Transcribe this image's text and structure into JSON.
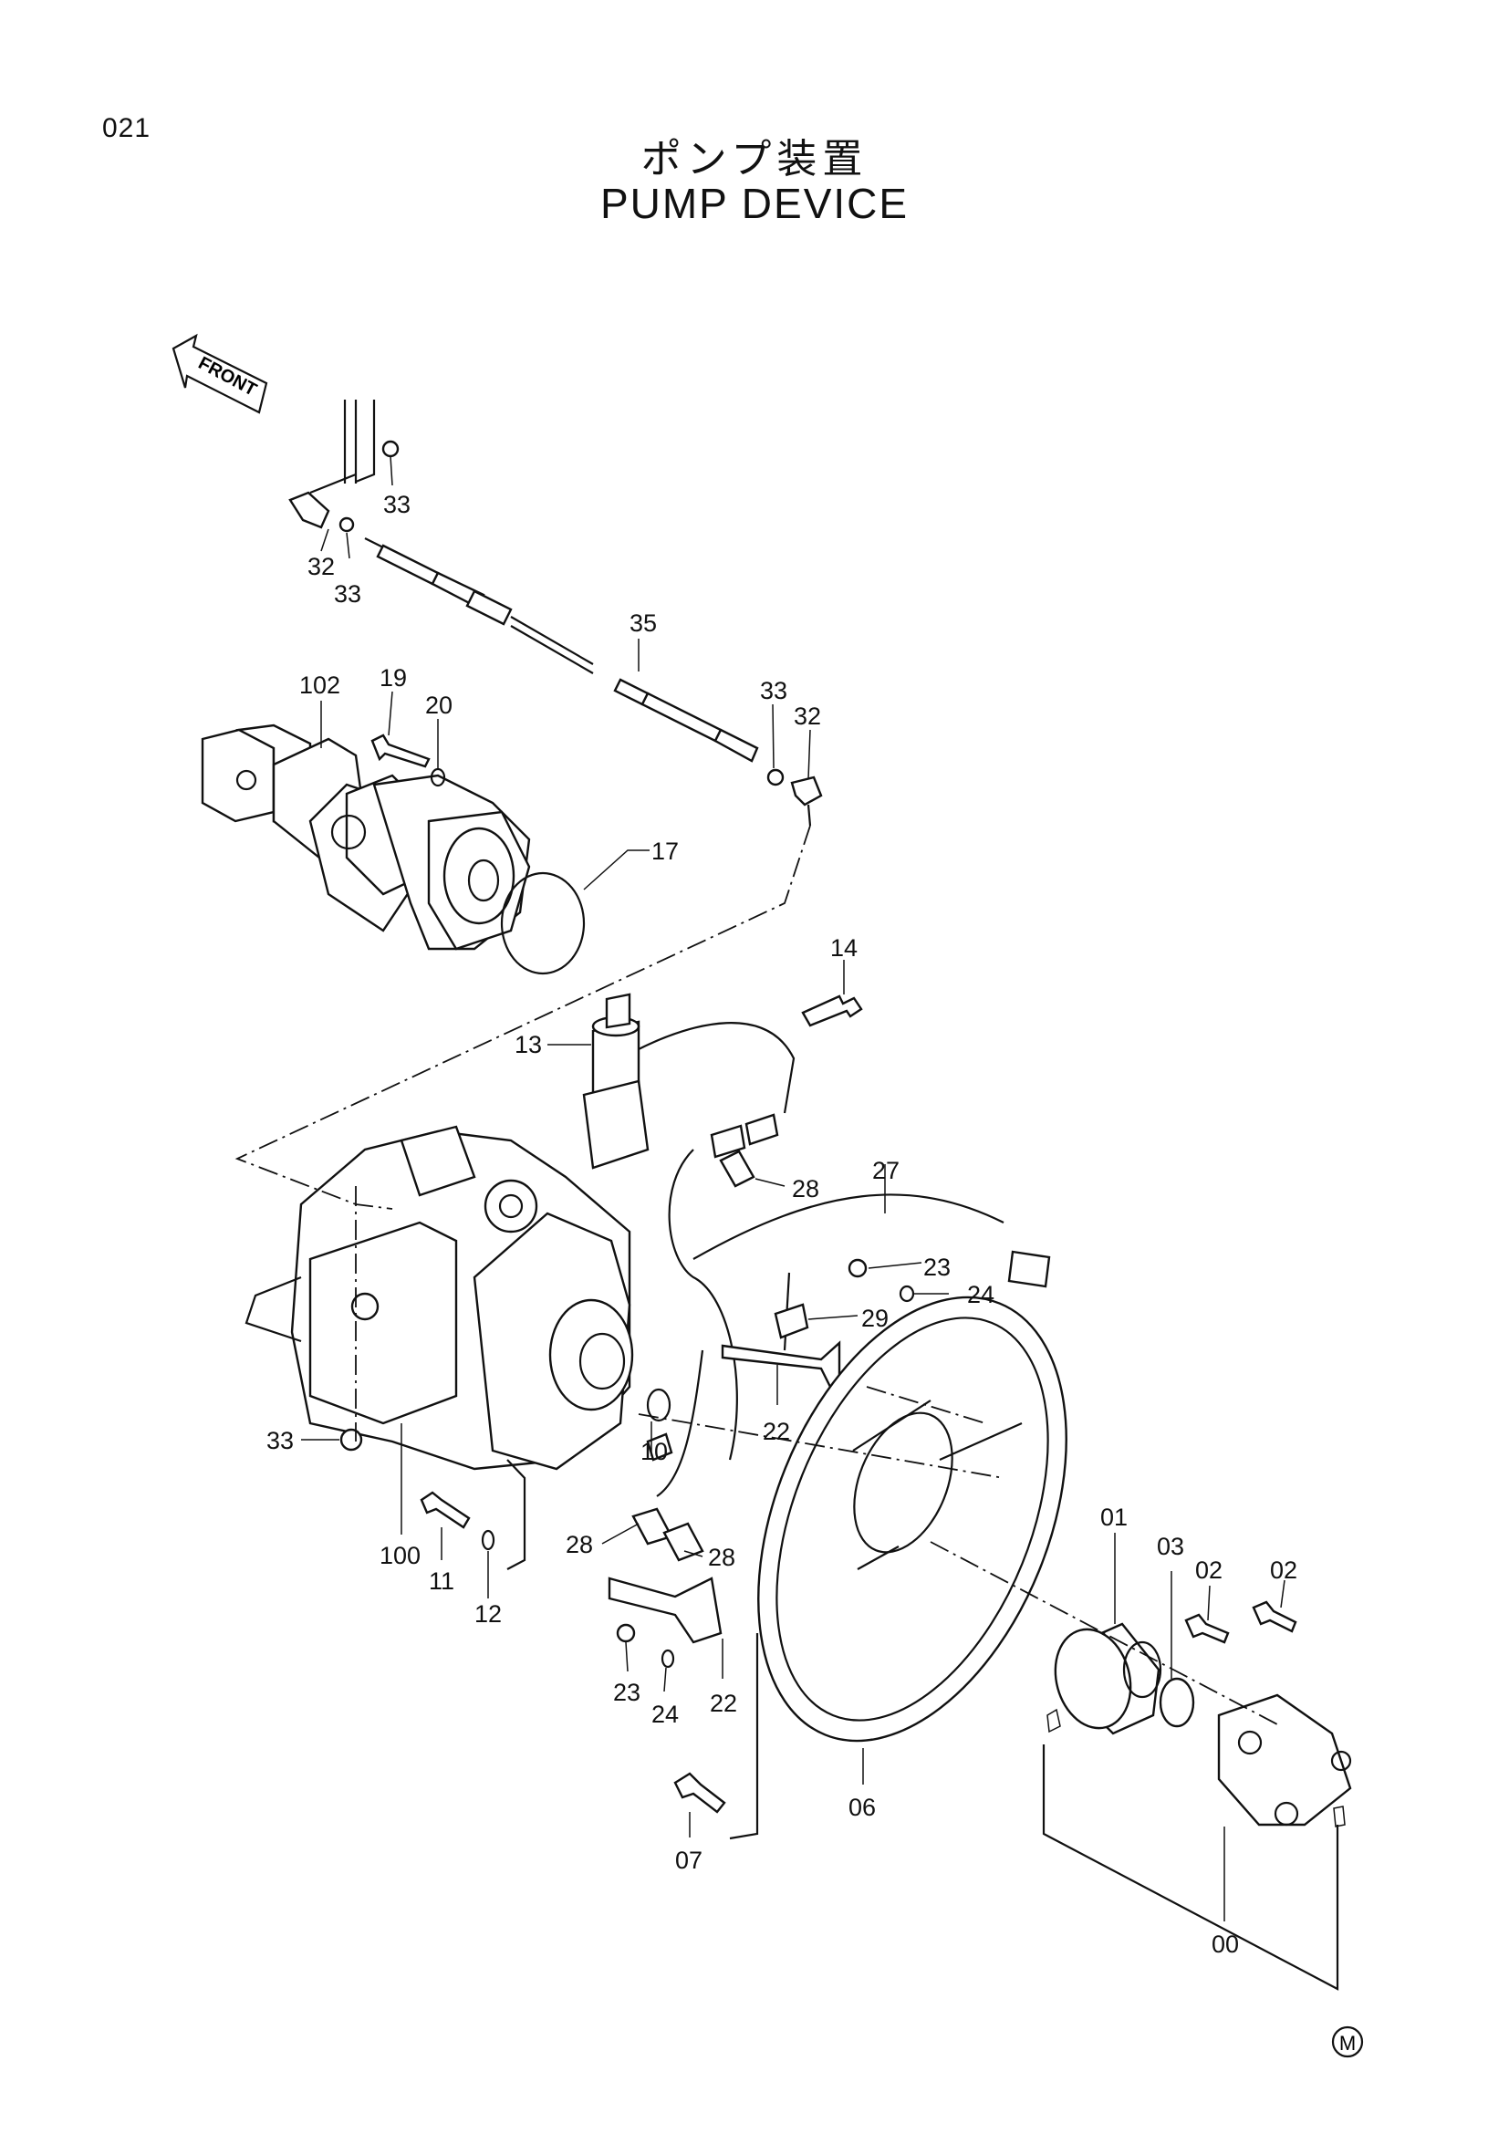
{
  "page_id": "021",
  "title_jp": "ポンプ装置",
  "title_en": "PUMP  DEVICE",
  "front_arrow_label": "FRONT",
  "mark": "M",
  "callouts": [
    {
      "id": "c33a",
      "text": "33"
    },
    {
      "id": "c32a",
      "text": "32"
    },
    {
      "id": "c33b",
      "text": "33"
    },
    {
      "id": "c35",
      "text": "35"
    },
    {
      "id": "c33c",
      "text": "33"
    },
    {
      "id": "c32b",
      "text": "32"
    },
    {
      "id": "c102",
      "text": "102"
    },
    {
      "id": "c19",
      "text": "19"
    },
    {
      "id": "c20",
      "text": "20"
    },
    {
      "id": "c17",
      "text": "17"
    },
    {
      "id": "c14",
      "text": "14"
    },
    {
      "id": "c13",
      "text": "13"
    },
    {
      "id": "c28a",
      "text": "28"
    },
    {
      "id": "c27",
      "text": "27"
    },
    {
      "id": "c23a",
      "text": "23"
    },
    {
      "id": "c24a",
      "text": "24"
    },
    {
      "id": "c29",
      "text": "29"
    },
    {
      "id": "c22a",
      "text": "22"
    },
    {
      "id": "c33d",
      "text": "33"
    },
    {
      "id": "c10",
      "text": "10"
    },
    {
      "id": "c100",
      "text": "100"
    },
    {
      "id": "c11",
      "text": "11"
    },
    {
      "id": "c12",
      "text": "12"
    },
    {
      "id": "c28b",
      "text": "28"
    },
    {
      "id": "c28c",
      "text": "28"
    },
    {
      "id": "c23b",
      "text": "23"
    },
    {
      "id": "c24b",
      "text": "24"
    },
    {
      "id": "c22b",
      "text": "22"
    },
    {
      "id": "c01",
      "text": "01"
    },
    {
      "id": "c03",
      "text": "03"
    },
    {
      "id": "c02a",
      "text": "02"
    },
    {
      "id": "c02b",
      "text": "02"
    },
    {
      "id": "c06",
      "text": "06"
    },
    {
      "id": "c07",
      "text": "07"
    },
    {
      "id": "c00",
      "text": "00"
    }
  ]
}
